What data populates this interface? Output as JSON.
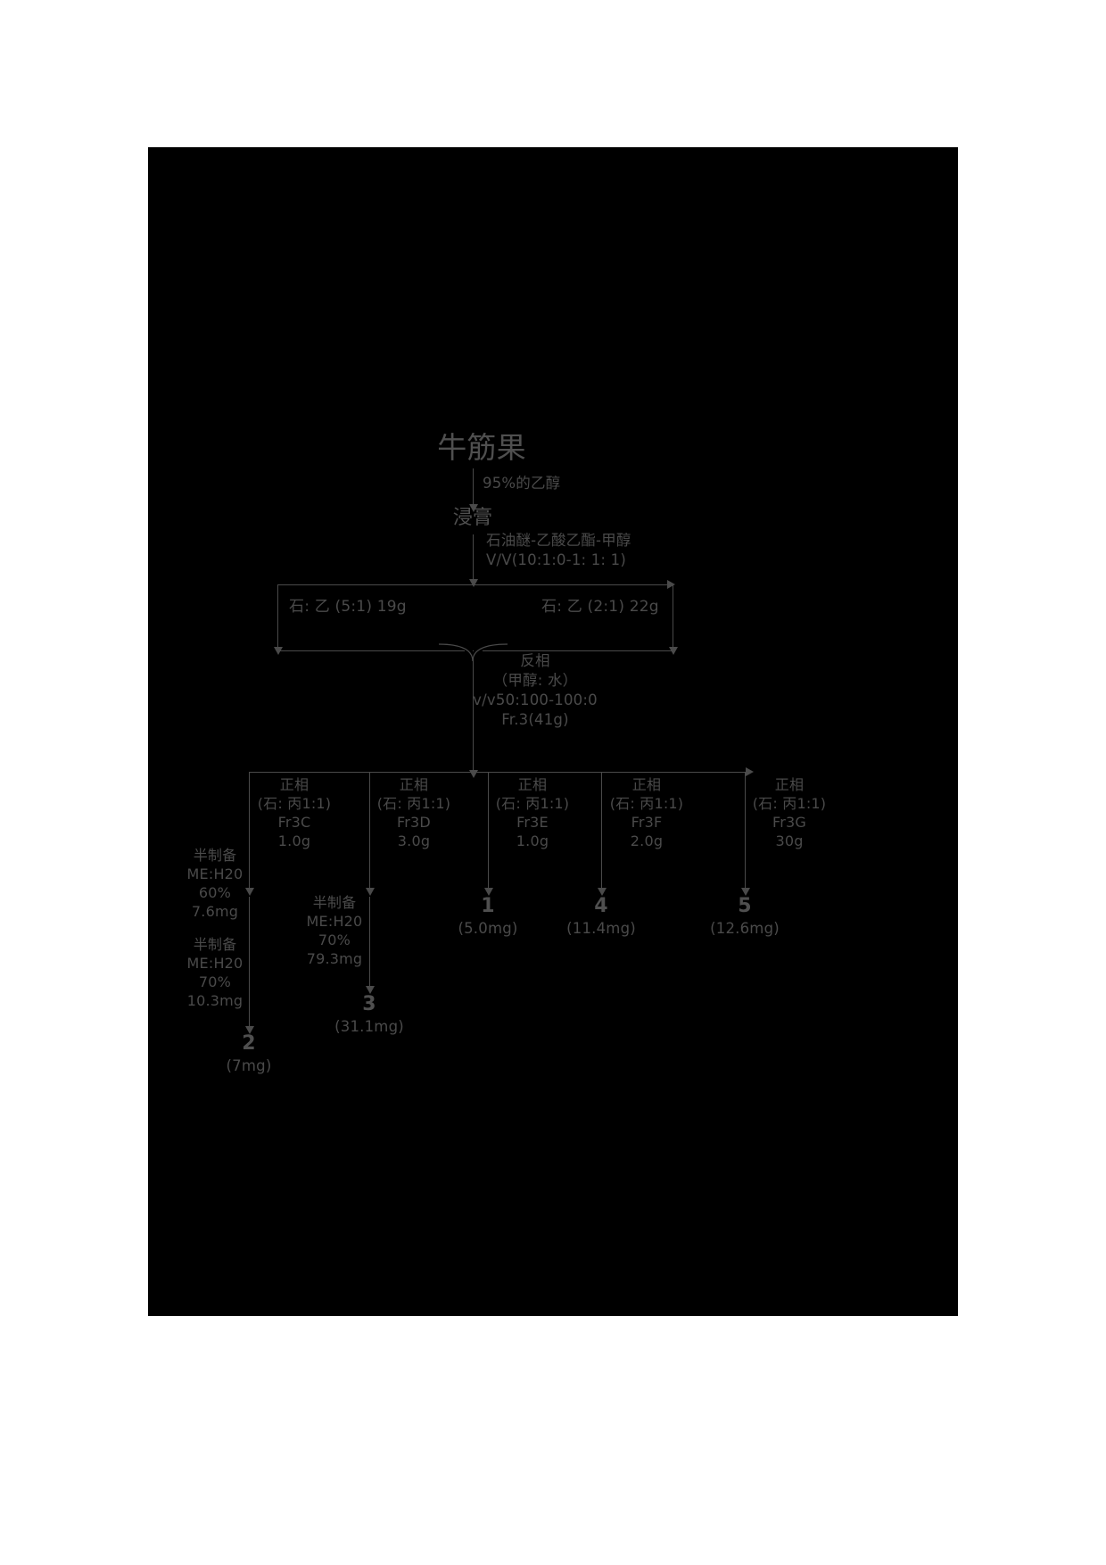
{
  "diagram": {
    "title": "牛筋果",
    "background_color": "#000000",
    "text_color": "#4a4a4a",
    "page_background": "#ffffff"
  },
  "nodes": {
    "source": "牛筋果",
    "extract": "浸膏"
  },
  "steps": {
    "ethanol": "95%的乙醇",
    "column_solvent_line1": "石油醚-乙酸乙酯-甲醇",
    "column_solvent_line2": "V/V(10:1:0-1: 1: 1)"
  },
  "box_fractions": {
    "left": "石: 乙 (5:1) 19g",
    "right": "石: 乙 (2:1) 22g"
  },
  "reverse_phase": {
    "line1": "反相",
    "line2": "（甲醇: 水）",
    "line3": "v/v50:100-100:0",
    "line4": "Fr.3(41g)"
  },
  "normal_phase_branches": [
    {
      "phase": "正相",
      "solvent": "(石: 丙1:1)",
      "fraction": "Fr3C",
      "mass": "1.0g"
    },
    {
      "phase": "正相",
      "solvent": "(石: 丙1:1)",
      "fraction": "Fr3D",
      "mass": "3.0g"
    },
    {
      "phase": "正相",
      "solvent": "(石: 丙1:1)",
      "fraction": "Fr3E",
      "mass": "1.0g"
    },
    {
      "phase": "正相",
      "solvent": "(石: 丙1:1)",
      "fraction": "Fr3F",
      "mass": "2.0g"
    },
    {
      "phase": "正相",
      "solvent": "(石: 丙1:1)",
      "fraction": "Fr3G",
      "mass": "30g"
    }
  ],
  "semi_prep": [
    {
      "label": "半制备",
      "eluent": "ME:H20",
      "percent": "60%",
      "mass": "7.6mg"
    },
    {
      "label": "半制备",
      "eluent": "ME:H20",
      "percent": "70%",
      "mass": "10.3mg"
    },
    {
      "label": "半制备",
      "eluent": "ME:H20",
      "percent": "70%",
      "mass": "79.3mg"
    }
  ],
  "compounds": [
    {
      "number": "1",
      "mass": "(5.0mg)"
    },
    {
      "number": "2",
      "mass": "(7mg)"
    },
    {
      "number": "3",
      "mass": "(31.1mg)"
    },
    {
      "number": "4",
      "mass": "(11.4mg)"
    },
    {
      "number": "5",
      "mass": "(12.6mg)"
    }
  ]
}
